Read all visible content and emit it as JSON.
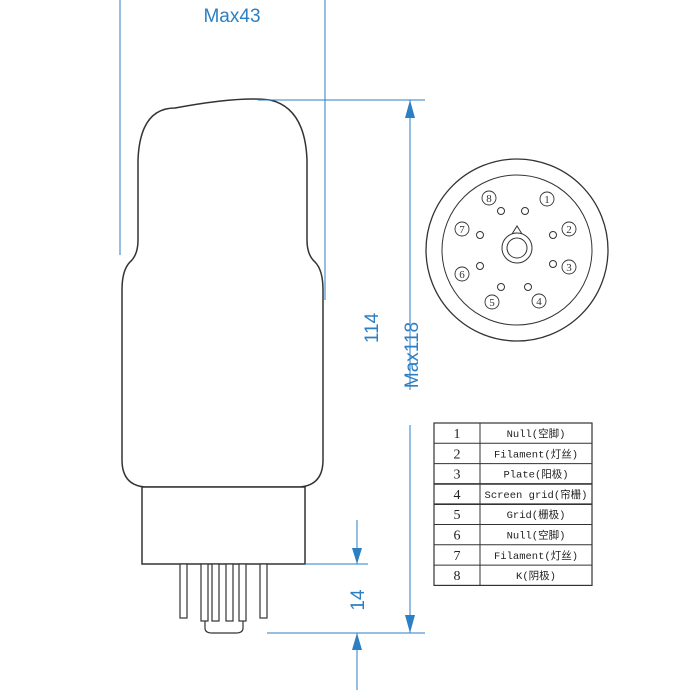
{
  "dimensions": {
    "width_label": "Max43",
    "body_height_label": "114",
    "total_height_label": "Max118",
    "pin_length_label": "14"
  },
  "socket": {
    "pins": [
      "1",
      "2",
      "3",
      "4",
      "5",
      "6",
      "7",
      "8"
    ]
  },
  "pin_table": {
    "rows": [
      {
        "num": "1",
        "name": "Null(空脚)"
      },
      {
        "num": "2",
        "name": "Filament(灯丝)"
      },
      {
        "num": "3",
        "name": "Plate(阳极)"
      },
      {
        "num": "4",
        "name": "Screen grid(帘栅)"
      },
      {
        "num": "5",
        "name": "Grid(栅极)"
      },
      {
        "num": "6",
        "name": "Null(空脚)"
      },
      {
        "num": "7",
        "name": "Filament(灯丝)"
      },
      {
        "num": "8",
        "name": "K(阴极)"
      }
    ]
  },
  "colors": {
    "dimension": "#2b7fc4",
    "outline": "#333333"
  }
}
